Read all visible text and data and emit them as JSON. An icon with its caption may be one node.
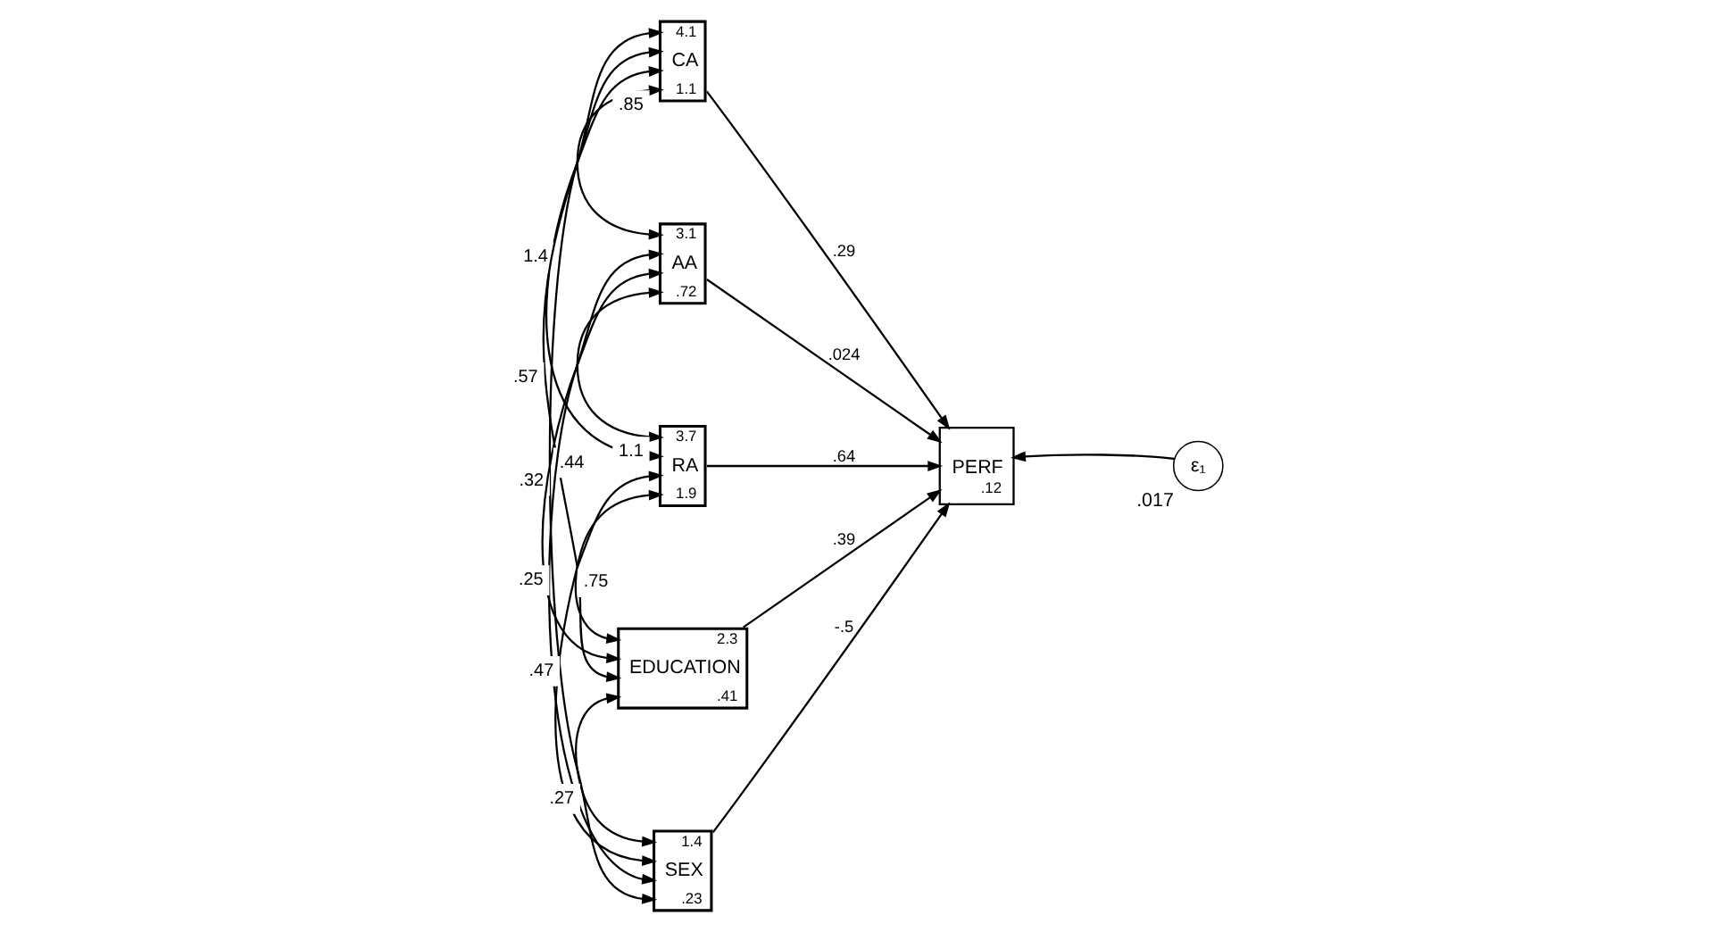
{
  "diagram": {
    "nodes": [
      {
        "text": [
          "4.1",
          "CA",
          "1.1"
        ]
      },
      {
        "text": [
          "3.1",
          "AA",
          ".72"
        ]
      },
      {
        "text": [
          "3.7",
          "RA",
          "1.9"
        ]
      },
      {
        "text": [
          "2.3",
          "EDUCATION",
          ".41"
        ]
      },
      {
        "text": [
          "1.4",
          "SEX",
          ".23"
        ]
      },
      {
        "text": [
          "PERF",
          ".12"
        ]
      },
      {
        "text": [
          "ε₁"
        ],
        "beside": [
          ".017"
        ]
      }
    ],
    "edges": [
      {
        "from": 0,
        "to": 5,
        "arrow": "to",
        "label": ".29"
      },
      {
        "from": 1,
        "to": 5,
        "arrow": "to",
        "label": ".024"
      },
      {
        "from": 2,
        "to": 5,
        "arrow": "to",
        "label": ".64"
      },
      {
        "from": 3,
        "to": 5,
        "arrow": "to",
        "label": ".39"
      },
      {
        "from": 4,
        "to": 5,
        "arrow": "to",
        "label": "-.5"
      },
      {
        "from": 6,
        "to": 5,
        "arrow": "to"
      },
      {
        "from": 0,
        "to": 1,
        "arrow": "both",
        "label": ".85"
      },
      {
        "from": 0,
        "to": 2,
        "arrow": "both",
        "label": "1.4"
      },
      {
        "from": 1,
        "to": 2,
        "arrow": "both",
        "label": "1.1"
      },
      {
        "from": 0,
        "to": 3,
        "arrow": "both",
        "label": ".57"
      },
      {
        "from": 1,
        "to": 3,
        "arrow": "both",
        "label": ".44"
      },
      {
        "from": 1,
        "to": 4,
        "arrow": "both",
        "label": ".25"
      },
      {
        "from": 0,
        "to": 4,
        "arrow": "both",
        "label": ".32"
      },
      {
        "from": 2,
        "to": 3,
        "arrow": "both",
        "label": ".75"
      },
      {
        "from": 2,
        "to": 4,
        "arrow": "both",
        "label": ".47"
      },
      {
        "from": 3,
        "to": 4,
        "arrow": "both",
        "label": ".27"
      }
    ]
  }
}
